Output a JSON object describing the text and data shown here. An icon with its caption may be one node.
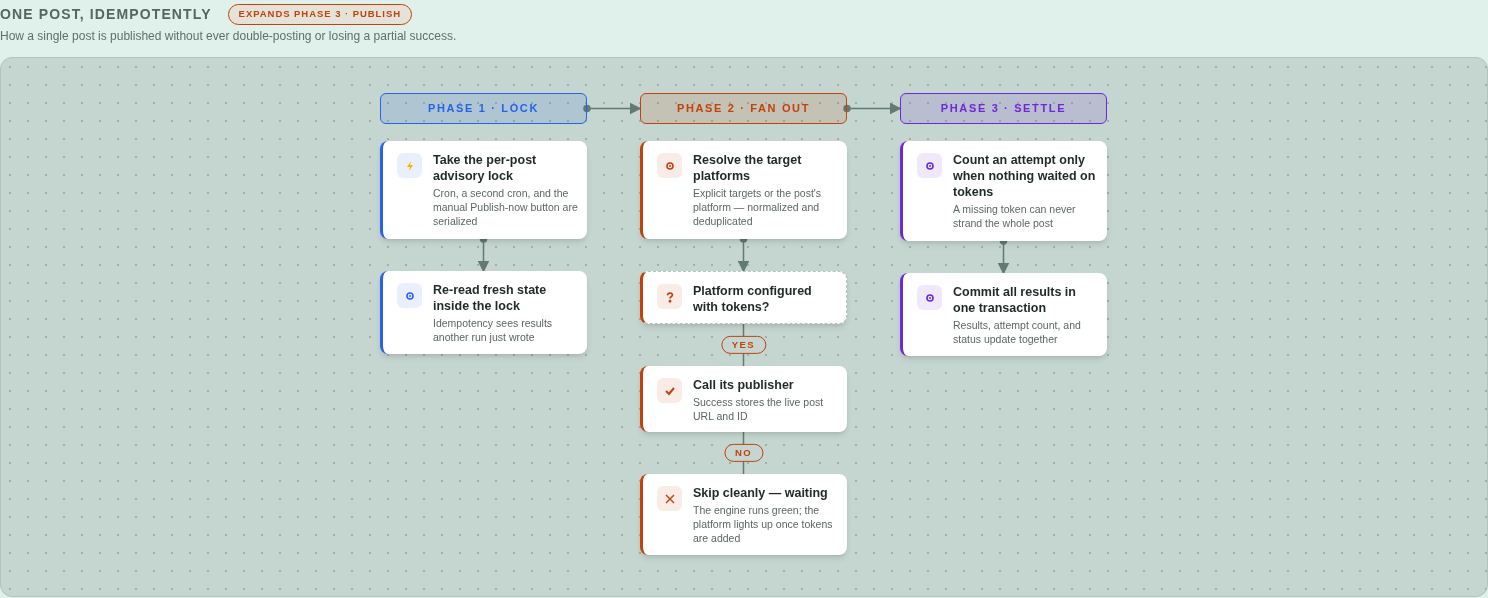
{
  "diagram": {
    "title": "ONE POST, IDEMPOTENTLY",
    "caption": "How a single post is published without ever double-posting or losing a partial success.",
    "nodes": [
      {
        "text": [
          "PHASE 1 · LOCK"
        ]
      },
      {
        "text": [
          "PHASE 2 · FAN OUT"
        ]
      },
      {
        "text": [
          "PHASE 3 · SETTLE"
        ]
      },
      {
        "text": [
          "Take the per-post advisory lock",
          "Cron, a second cron, and the manual Publish-now button are serialized"
        ]
      },
      {
        "text": [
          "Re-read fresh state inside the lock",
          "Idempotency sees results another run just wrote"
        ]
      },
      {
        "text": [
          "Resolve the target platforms",
          "Explicit targets or the post's platform — normalized and deduplicated"
        ]
      },
      {
        "text": [
          "Platform configured with tokens?"
        ]
      },
      {
        "text": [
          "Call its publisher",
          "Success stores the live post URL and ID"
        ]
      },
      {
        "text": [
          "Skip cleanly — waiting",
          "The engine runs green; the platform lights up once tokens are added"
        ]
      },
      {
        "text": [
          "Count an attempt only when nothing waited on tokens",
          "A missing token can never strand the whole post"
        ]
      },
      {
        "text": [
          "Commit all results in one transaction",
          "Results, attempt count, and status update together"
        ]
      }
    ],
    "edges": [
      {
        "from": 0,
        "to": 1,
        "arrow": "to"
      },
      {
        "from": 1,
        "to": 2,
        "arrow": "to"
      },
      {
        "from": 3,
        "to": 4,
        "arrow": "to"
      },
      {
        "from": 5,
        "to": 6,
        "arrow": "to"
      },
      {
        "from": 6,
        "to": 7,
        "arrow": "none",
        "label": "YES"
      },
      {
        "from": 7,
        "to": 8,
        "arrow": "none",
        "label": "NO"
      },
      {
        "from": 9,
        "to": 10,
        "arrow": "to"
      }
    ],
    "labels": [
      "EXPANDS PHASE 3 · PUBLISH"
    ]
  }
}
